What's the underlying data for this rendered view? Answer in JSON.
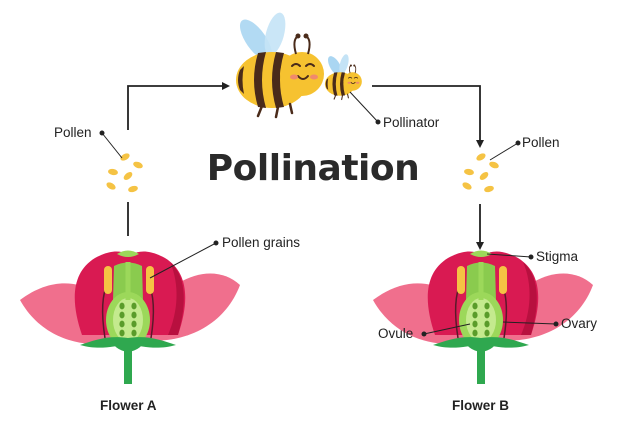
{
  "title": "Pollination",
  "labels": {
    "pollen_left": "Pollen",
    "pollen_right": "Pollen",
    "pollinator": "Pollinator",
    "pollen_grains": "Pollen grains",
    "stigma": "Stigma",
    "ovule": "Ovule",
    "ovary": "Ovary"
  },
  "flowers": {
    "a": "Flower A",
    "b": "Flower B"
  },
  "colors": {
    "petal_back": "#f06f8d",
    "petal_front": "#d91a52",
    "ovary": "#9cd85a",
    "stem": "#2fa84f",
    "anther": "#f5c344",
    "bee_body": "#f6c230",
    "bee_stripe": "#4a2b1a",
    "wing": "#aad6f2",
    "arrow": "#222222"
  }
}
